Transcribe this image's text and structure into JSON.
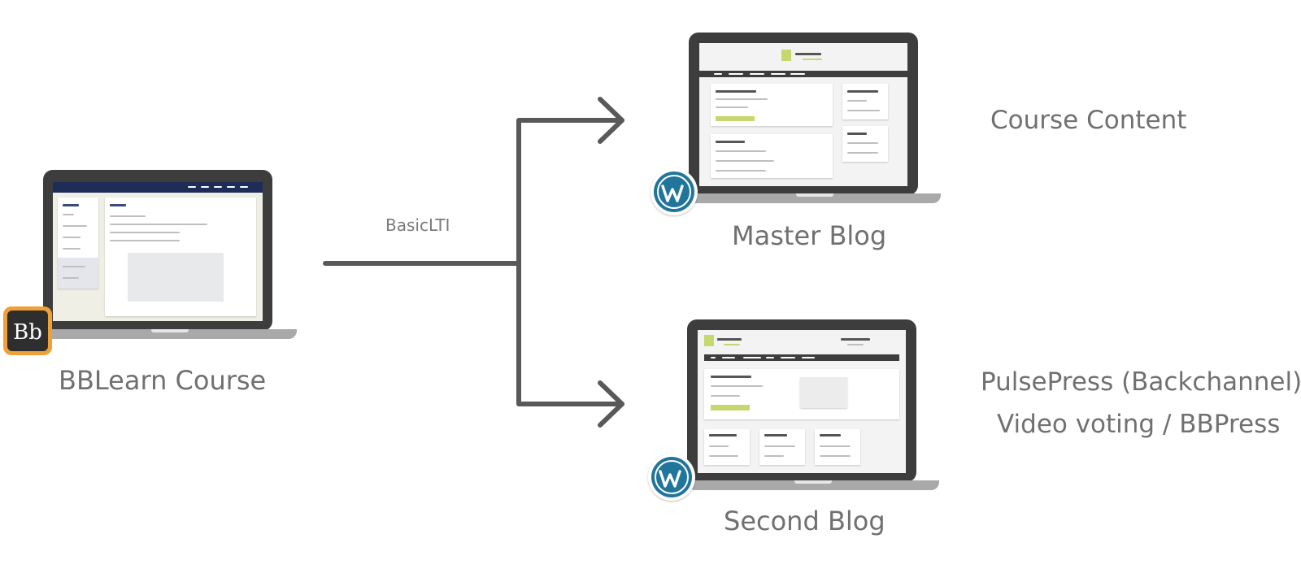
{
  "labels": {
    "bblearn": "BBLearn Course",
    "master_blog": "Master Blog",
    "second_blog": "Second Blog",
    "basiclti": "BasicLTI",
    "course_content": "Course Content",
    "pulsepress_line1": "PulsePress (Backchannel)",
    "pulsepress_line2": "Video voting / BBPress"
  },
  "badges": {
    "bb": "Bb",
    "wp_icon": "wordpress-logo",
    "bb_icon": "blackboard-logo"
  },
  "colors": {
    "connector": "#595959",
    "laptop_frame": "#3d3d3d",
    "accent_green": "#c4d86d",
    "bb_orange": "#f0a039",
    "wp_blue": "#21759b"
  }
}
